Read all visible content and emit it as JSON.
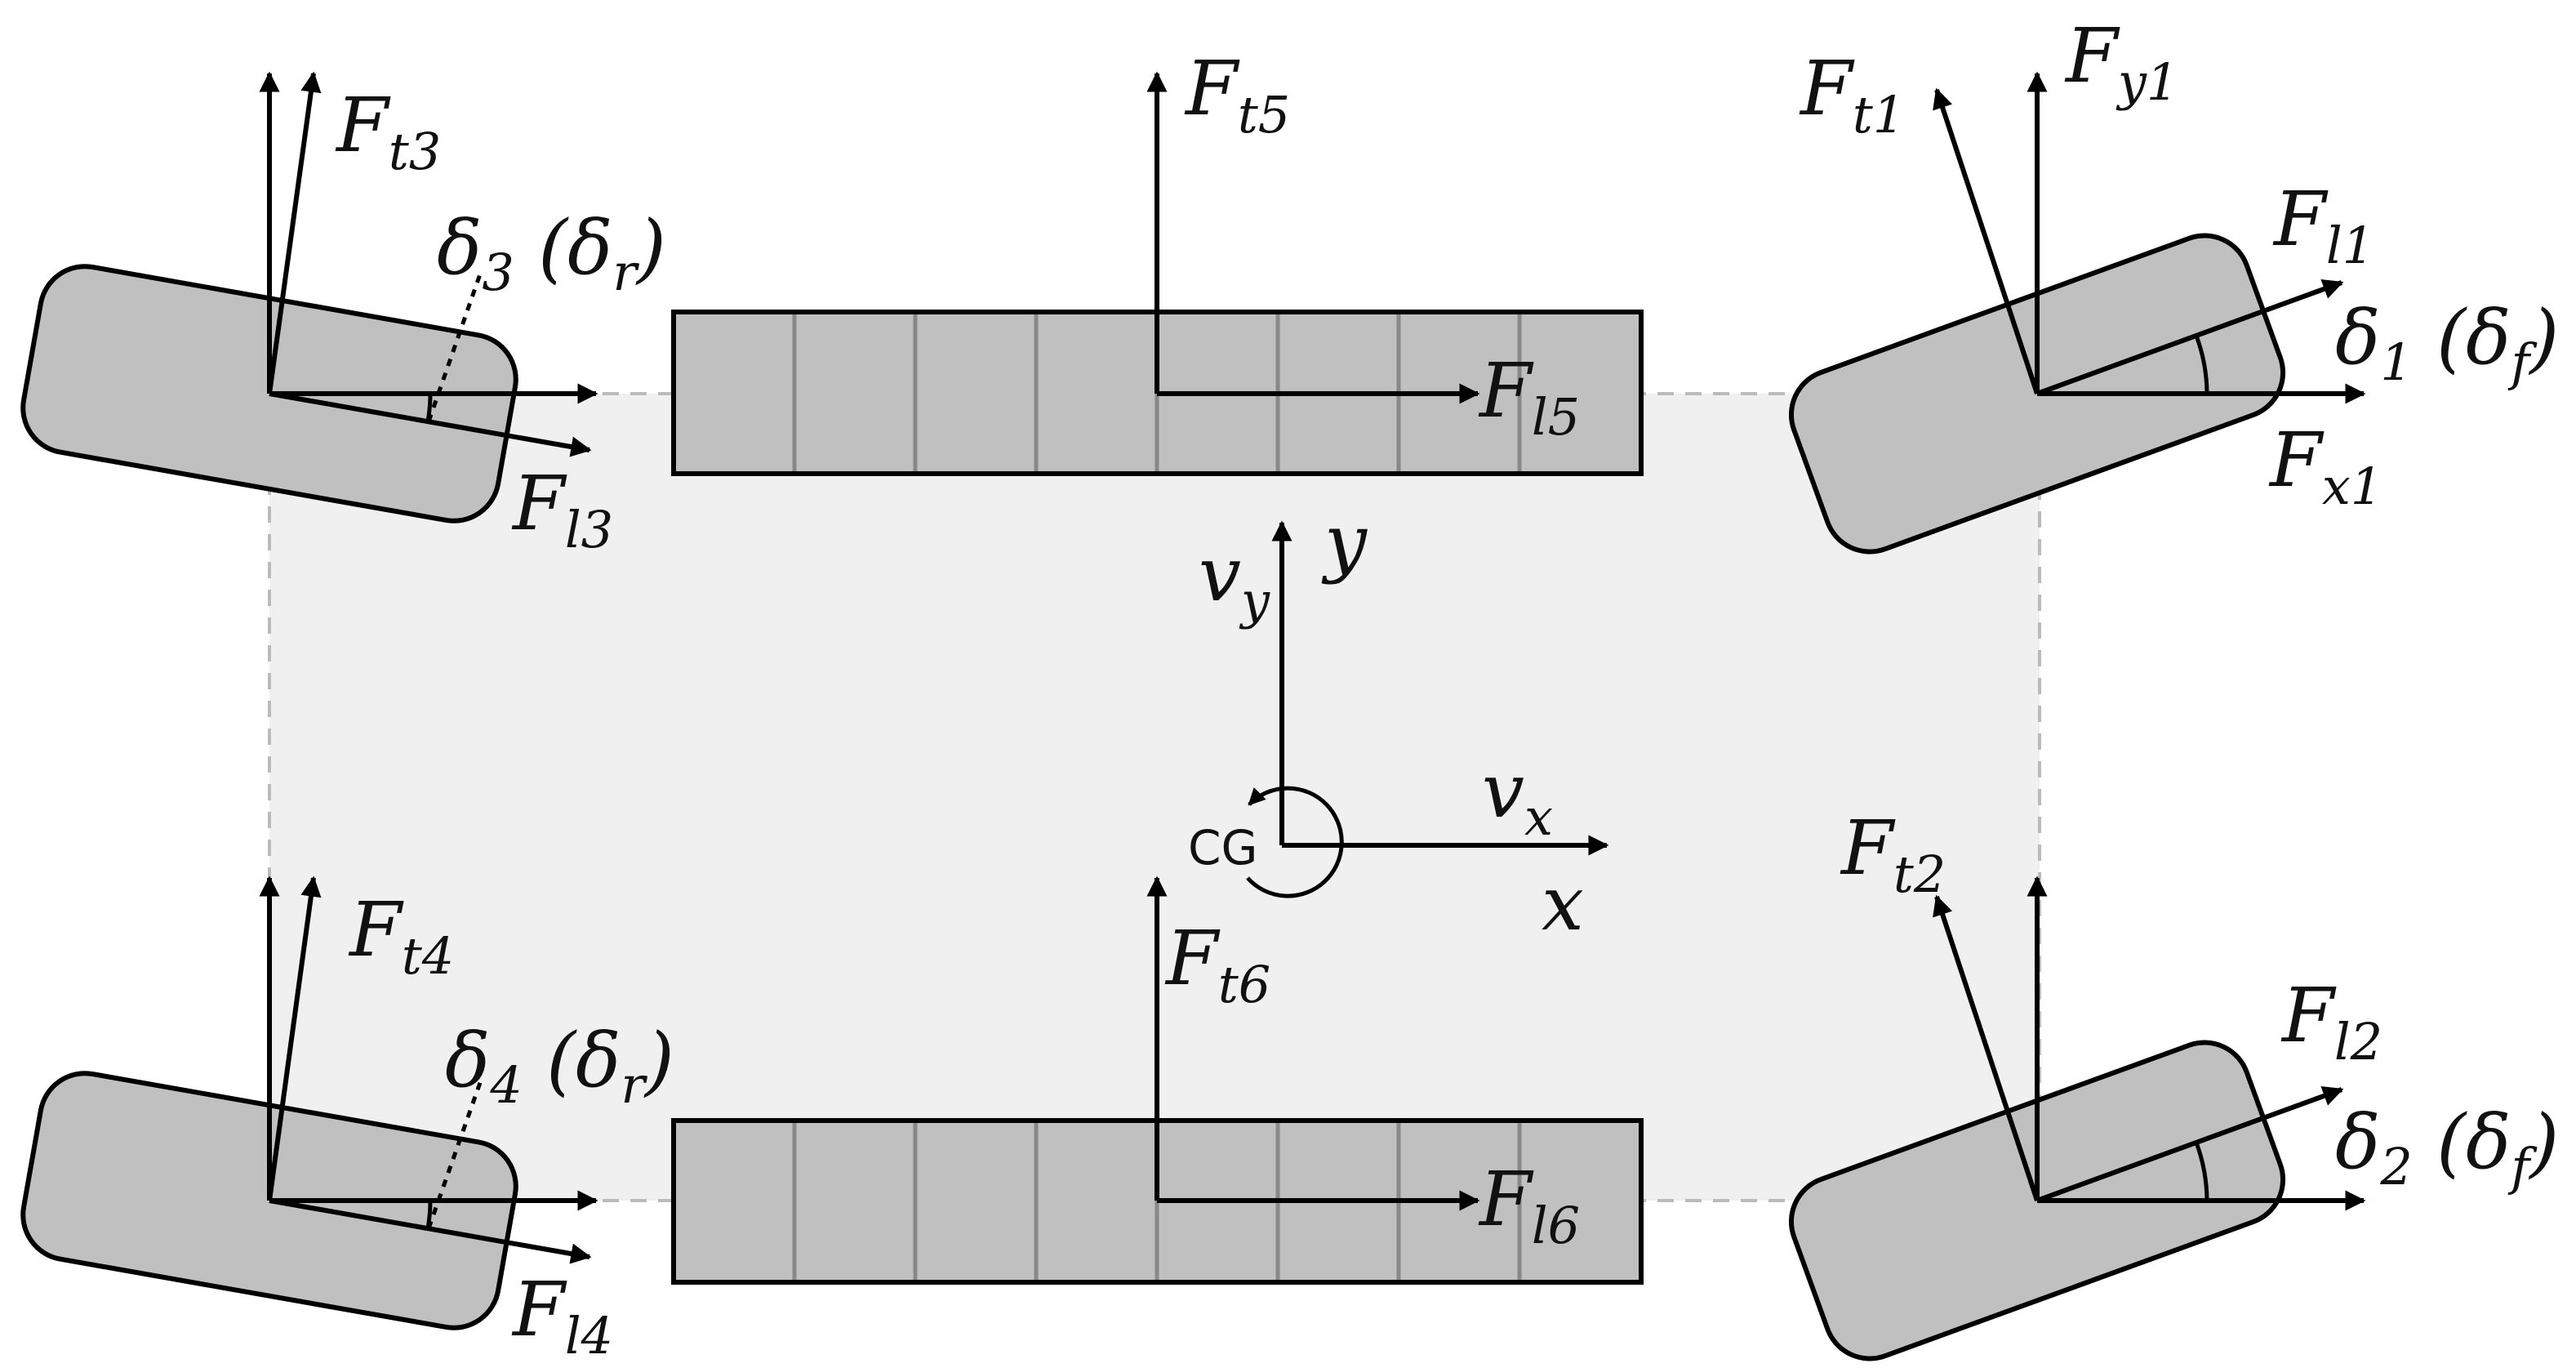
{
  "labels": {
    "ft1": {
      "main": "F",
      "sub": "t1"
    },
    "fy1": {
      "main": "F",
      "sub": "y1"
    },
    "fl1": {
      "main": "F",
      "sub": "l1"
    },
    "fx1": {
      "main": "F",
      "sub": "x1"
    },
    "d1": {
      "main": "δ",
      "sub": "1",
      "paren": " (δ",
      "psub": "f",
      "close": ")"
    },
    "ft2": {
      "main": "F",
      "sub": "t2"
    },
    "fl2": {
      "main": "F",
      "sub": "l2"
    },
    "d2": {
      "main": "δ",
      "sub": "2",
      "paren": " (δ",
      "psub": "f",
      "close": ")"
    },
    "ft3": {
      "main": "F",
      "sub": "t3"
    },
    "fl3": {
      "main": "F",
      "sub": "l3"
    },
    "d3": {
      "main": "δ",
      "sub": "3",
      "paren": " (δ",
      "psub": "r",
      "close": ")"
    },
    "ft4": {
      "main": "F",
      "sub": "t4"
    },
    "fl4": {
      "main": "F",
      "sub": "l4"
    },
    "d4": {
      "main": "δ",
      "sub": "4",
      "paren": " (δ",
      "psub": "r",
      "close": ")"
    },
    "ft5": {
      "main": "F",
      "sub": "t5"
    },
    "fl5": {
      "main": "F",
      "sub": "l5"
    },
    "ft6": {
      "main": "F",
      "sub": "t6"
    },
    "fl6": {
      "main": "F",
      "sub": "l6"
    },
    "vx": {
      "main": "v",
      "sub": "x"
    },
    "vy": {
      "main": "v",
      "sub": "y"
    },
    "x": "x",
    "y": "y",
    "cg": "CG"
  },
  "colors": {
    "wheel_fill": "#c0c0c0",
    "body_fill": "#f0f0f0",
    "stroke": "#000000",
    "dashed": "#bbbbbb",
    "track_divider": "#888888"
  }
}
